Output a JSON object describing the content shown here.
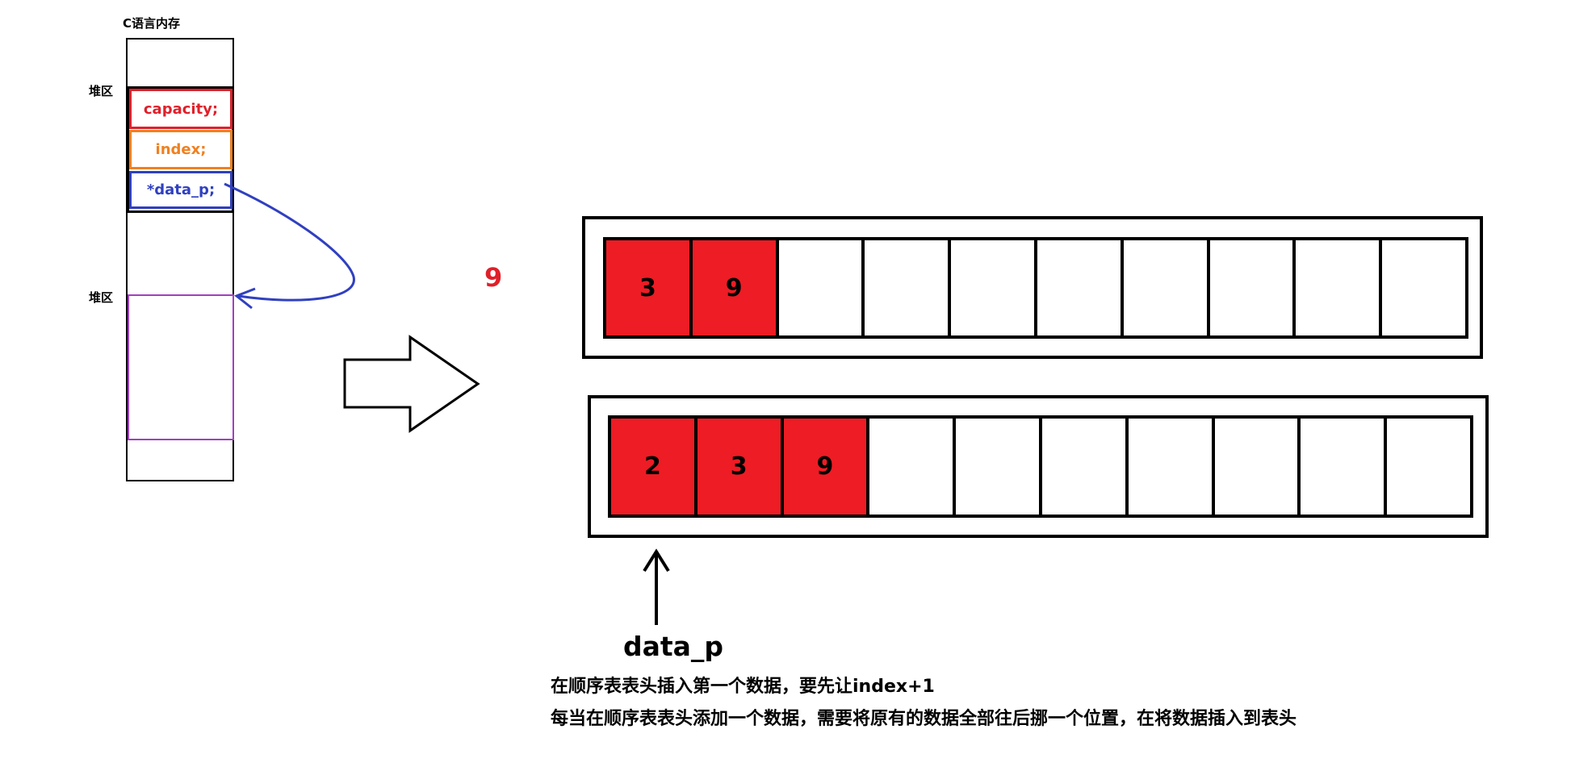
{
  "memory": {
    "title": "C语言内存",
    "heap_label_1": "堆区",
    "heap_label_2": "堆区",
    "fields": {
      "capacity": "capacity;",
      "index": "index;",
      "data_p": "*data_p;"
    }
  },
  "pending_value": "9",
  "arrays": {
    "before": [
      "3",
      "9",
      "",
      "",
      "",
      "",
      "",
      "",
      "",
      ""
    ],
    "after": [
      "2",
      "3",
      "9",
      "",
      "",
      "",
      "",
      "",
      "",
      ""
    ]
  },
  "pointer_label": "data_p",
  "notes": {
    "line1": "在顺序表表头插入第一个数据，要先让index+1",
    "line2": "每当在顺序表表头添加一个数据，需要将原有的数据全部往后挪一个位置，在将数据插入到表头"
  },
  "colors": {
    "filled": "#ee1c24",
    "capacity": "#e0202a",
    "index": "#f08020",
    "pointer": "#3040c0",
    "heap_block": "#a040c0"
  }
}
